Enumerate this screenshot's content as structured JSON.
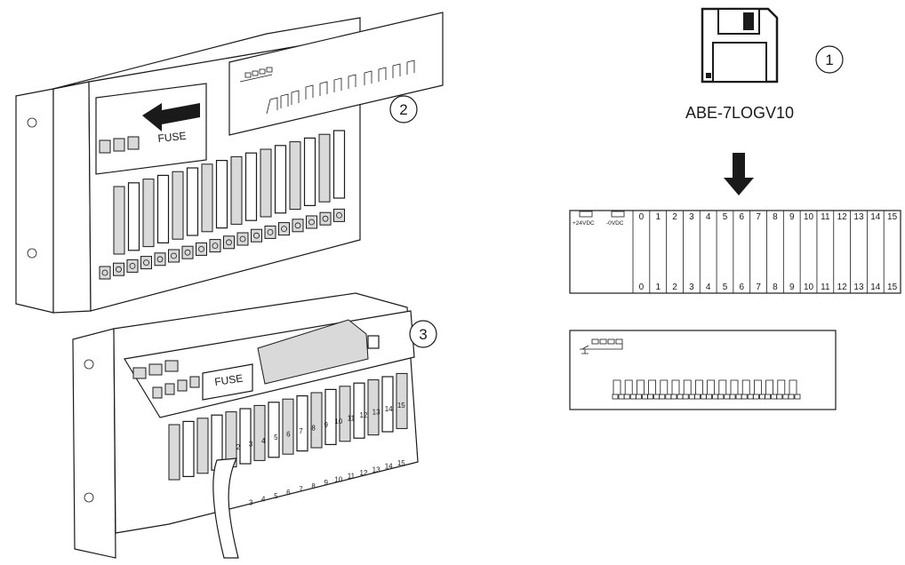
{
  "figure": {
    "callouts": [
      "1",
      "2",
      "3"
    ],
    "software_label": "ABE-7LOGV10",
    "fuse_label": "FUSE",
    "label_strip": {
      "power_labels": [
        "+24VDC",
        "-0VDC"
      ],
      "channels": [
        "0",
        "1",
        "2",
        "3",
        "4",
        "5",
        "6",
        "7",
        "8",
        "9",
        "10",
        "11",
        "12",
        "13",
        "14",
        "15"
      ]
    },
    "module_channels": [
      "2",
      "3",
      "4",
      "5",
      "6",
      "7",
      "8",
      "9",
      "10",
      "11",
      "12",
      "13",
      "14",
      "15"
    ],
    "icons": [
      "floppy-disk-icon",
      "arrow-down-icon",
      "arrow-left-icon",
      "relay-symbol-icon"
    ],
    "colors": {
      "line": "#1a1a1a",
      "shade": "#d9d9d9",
      "dark": "#8a8a8a",
      "background": "#ffffff"
    }
  }
}
